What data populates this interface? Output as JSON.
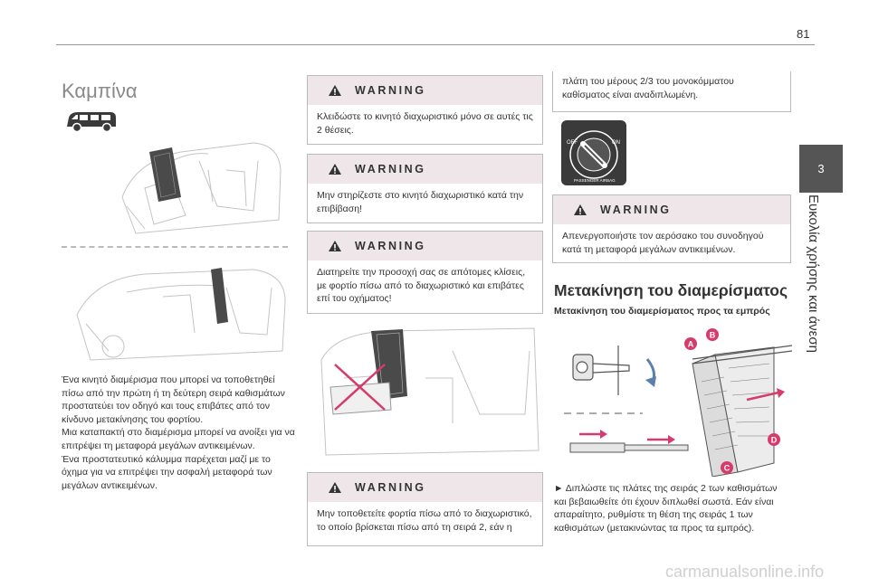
{
  "page": {
    "number": "81"
  },
  "sidebar": {
    "tab_number": "3",
    "label": "Ευκολία χρήσης και άνεση"
  },
  "left": {
    "title": "Καμπίνα",
    "paragraphs": [
      "Ένα κινητό διαμέρισμα που μπορεί να τοποθετηθεί πίσω από την πρώτη ή τη δεύτερη σειρά καθισμάτων προστατεύει τον οδηγό και τους επιβάτες από τον κίνδυνο μετακίνησης του φορτίου.",
      "Μια καταπακτή στο διαμέρισμα μπορεί να ανοίξει για να επιτρέψει τη μεταφορά μεγάλων αντικειμένων.",
      "Ένα προστατευτικό κάλυμμα παρέχεται μαζί με το όχημα για να επιτρέψει την ασφαλή μεταφορά των μεγάλων αντικειμένων."
    ]
  },
  "middle": {
    "warnings": [
      {
        "title": "WARNING",
        "text": "Κλειδώστε το κινητό διαχωριστικό μόνο σε αυτές τις 2 θέσεις."
      },
      {
        "title": "WARNING",
        "text": "Μην στηρίζεστε στο κινητό διαχωριστικό κατά την επιβίβαση!"
      },
      {
        "title": "WARNING",
        "text": "Διατηρείτε την προσοχή σας σε απότομες κλίσεις, με φορτίο πίσω από το διαχωριστικό και επιβάτες επί του οχήματος!"
      },
      {
        "title": "WARNING",
        "text": "Μην τοποθετείτε φορτία πίσω από το διαχωριστικό, το οποίο βρίσκεται πίσω από τη σειρά 2, εάν η"
      }
    ]
  },
  "right": {
    "continued_text": "πλάτη του μέρους 2/3 του μονοκόμματου καθίσματος είναι αναδιπλωμένη.",
    "airbag_switch": {
      "off": "OFF",
      "on": "ON",
      "ring": "PASSENGER AIRBAG"
    },
    "warning": {
      "title": "WARNING",
      "text": "Απενεργοποιήστε τον αερόσακο του συνοδηγού κατά τη μεταφορά μεγάλων αντικειμένων."
    },
    "heading": "Μετακίνηση του διαμερίσματος",
    "subheading": "Μετακίνηση του διαμερίσματος προς τα εμπρός",
    "figure_labels": [
      "A",
      "B",
      "C",
      "D"
    ],
    "instruction_bullet": "►",
    "instruction": "Διπλώστε τις πλάτες της σειράς 2 των καθισμάτων και βεβαιωθείτε ότι έχουν διπλωθεί σωστά. Εάν είναι απαραίτητο, ρυθμίστε τη θέση της σειράς 1 των καθισμάτων (μετακινώντας τα προς τα εμπρός)."
  },
  "watermark": "carmanualsonline.info",
  "colors": {
    "accent_pink": "#d63c6b",
    "warning_bg": "#efe6ea",
    "tab_bg": "#555555"
  }
}
